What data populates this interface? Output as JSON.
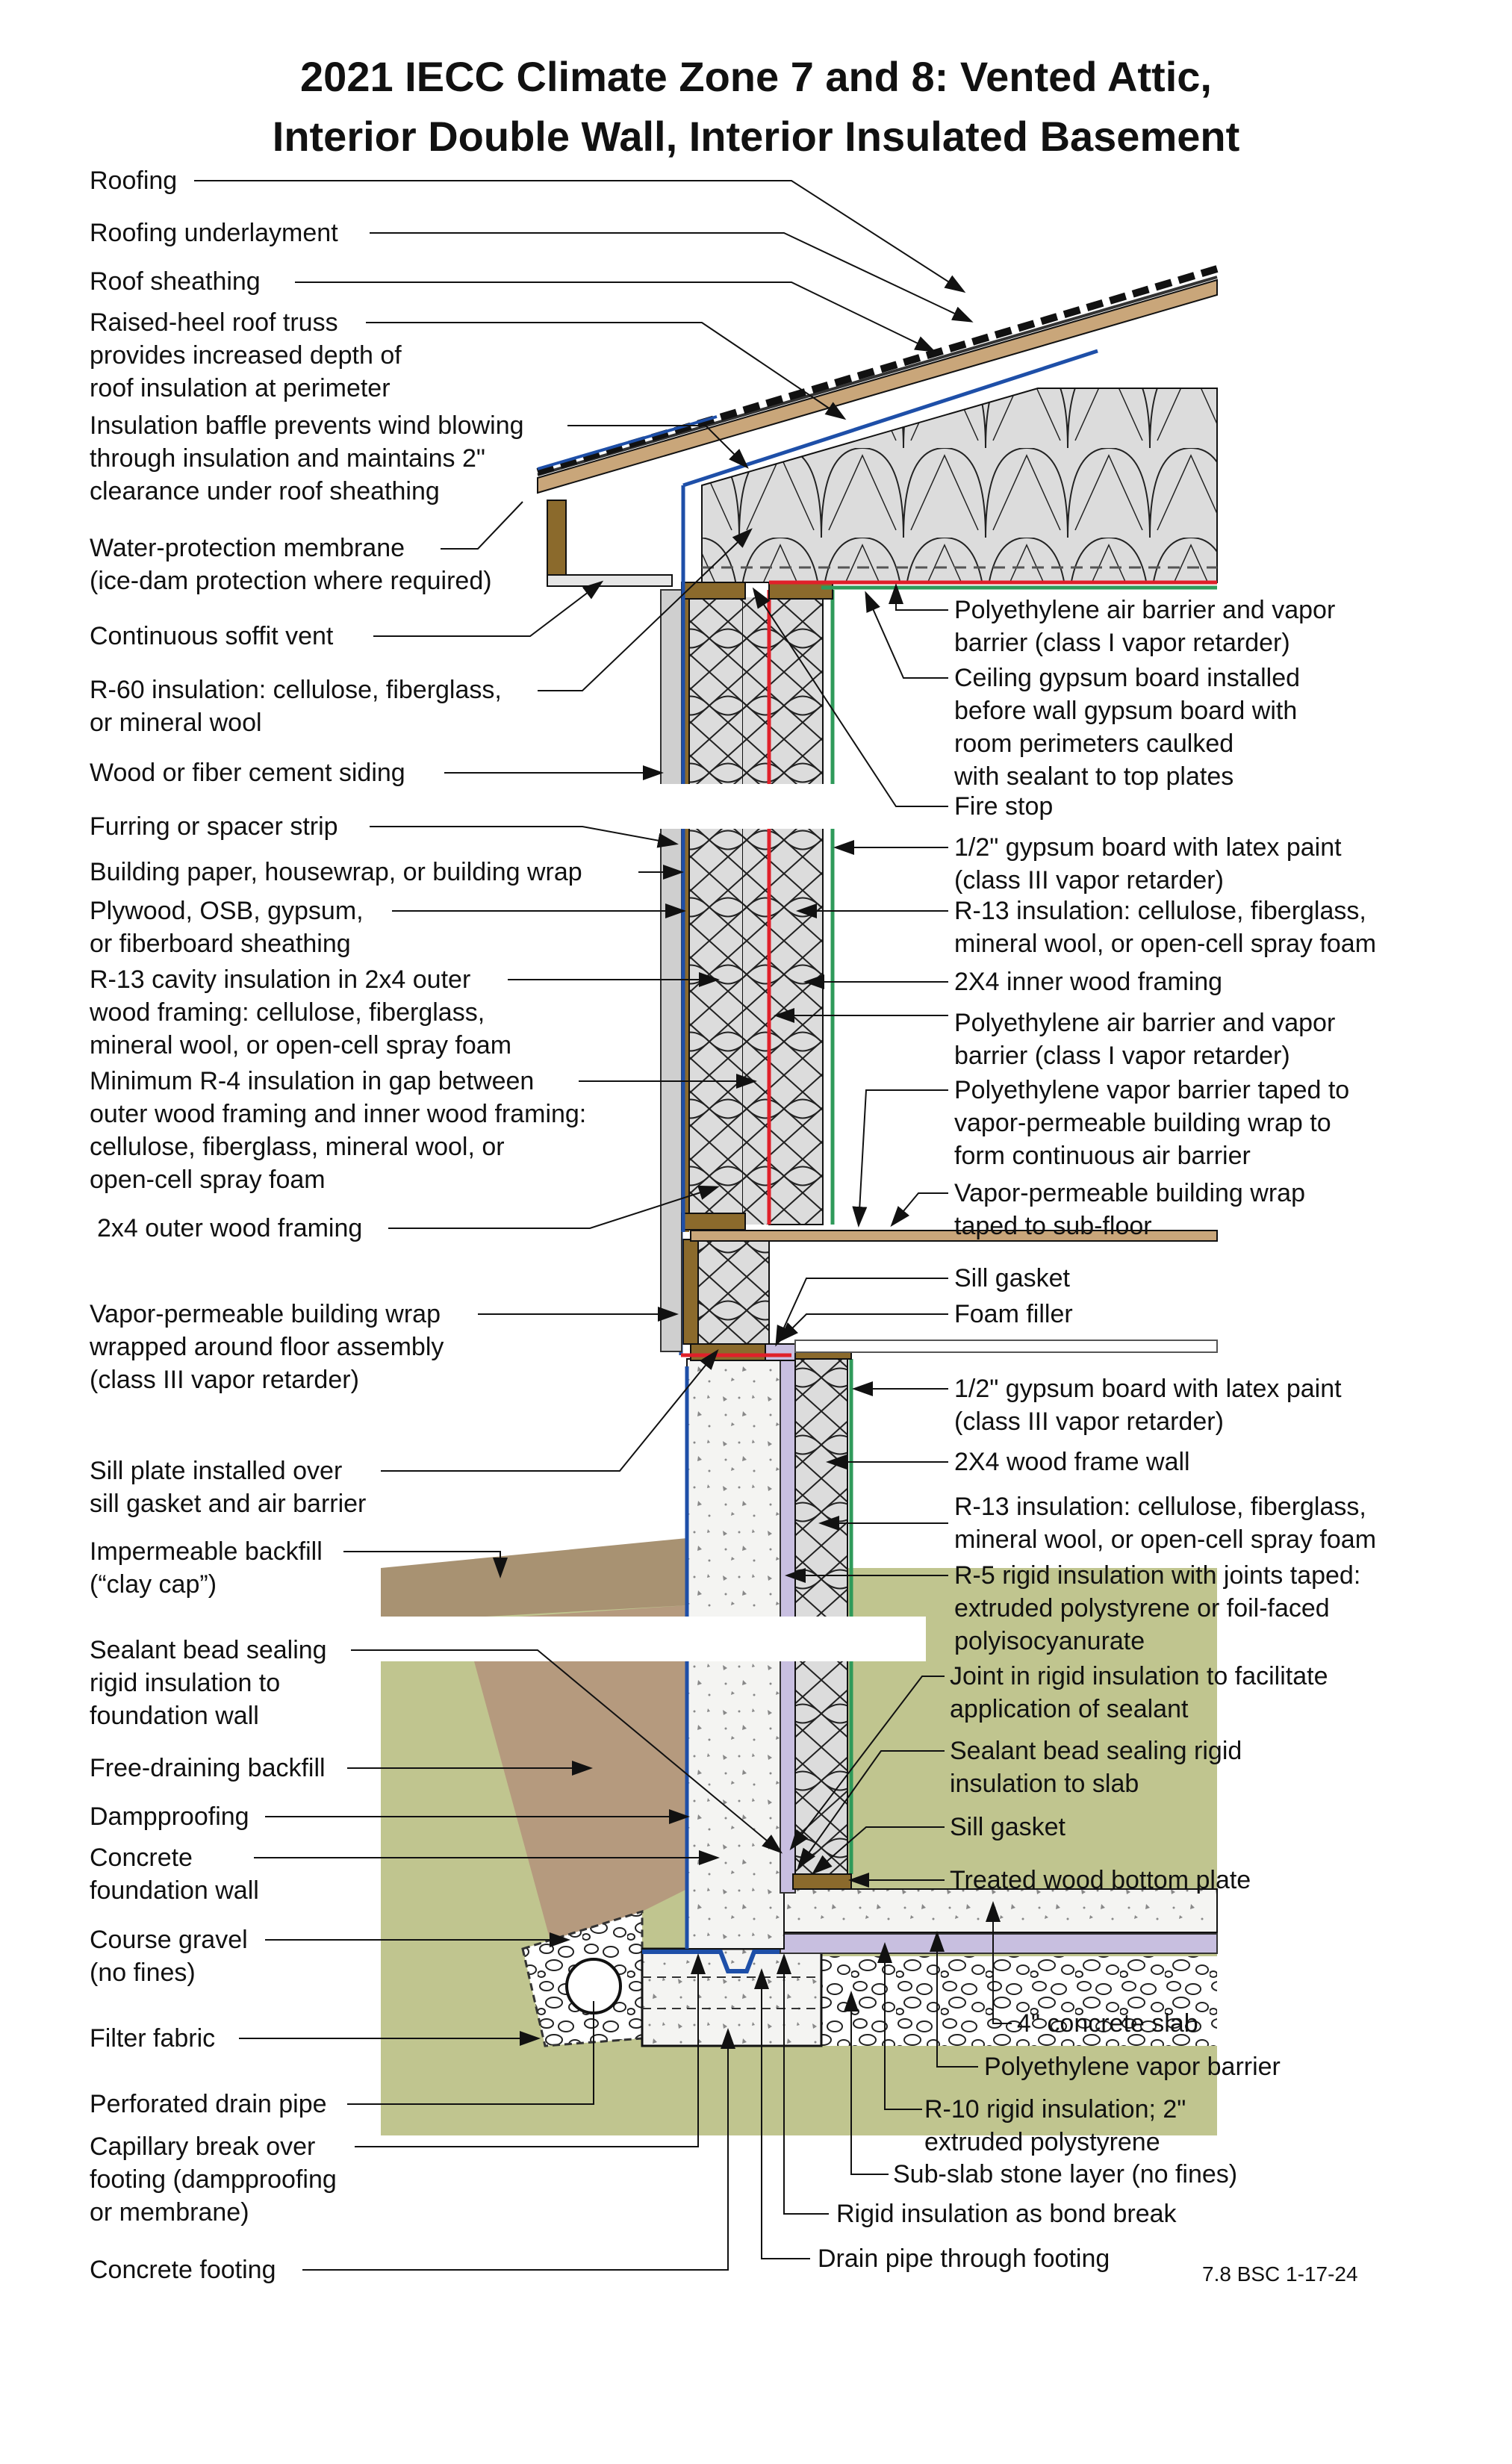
{
  "title": {
    "line1": "2021 IECC Climate Zone 7 and 8: Vented Attic,",
    "line2": "Interior Double Wall, Interior Insulated Basement"
  },
  "labels_left": [
    "Roofing",
    "Roofing underlayment",
    "Roof sheathing",
    "Raised-heel roof truss\nprovides increased depth of\nroof insulation at perimeter",
    "Insulation baffle prevents wind blowing\nthrough insulation and maintains 2\"\nclearance under roof sheathing",
    "Water-protection membrane\n(ice-dam protection where required)",
    "Continuous soffit vent",
    "R-60 insulation: cellulose, fiberglass,\nor mineral wool",
    "Wood or fiber cement siding",
    "Furring or spacer strip",
    "Building paper, housewrap, or building wrap",
    "Plywood, OSB, gypsum,\nor fiberboard sheathing",
    "R-13 cavity insulation in 2x4 outer\nwood framing: cellulose, fiberglass,\nmineral wool, or open-cell spray foam",
    "Minimum R-4 insulation in gap between\nouter wood framing and inner wood framing:\ncellulose, fiberglass, mineral wool, or\nopen-cell spray foam",
    "2x4 outer wood framing",
    "Vapor-permeable building wrap\nwrapped around floor assembly\n(class III vapor retarder)",
    "Sill plate installed over\nsill gasket and air barrier",
    "Impermeable backfill\n(“clay cap”)",
    "Sealant bead sealing\nrigid insulation to\nfoundation wall",
    "Free-draining backfill",
    "Dampproofing",
    "Concrete\nfoundation wall",
    "Course gravel\n(no fines)",
    "Filter fabric",
    "Perforated drain pipe",
    "Capillary break over\nfooting (dampproofing\nor membrane)",
    "Concrete footing"
  ],
  "labels_right": [
    "Polyethylene air barrier and vapor\nbarrier (class I vapor retarder)",
    "Ceiling gypsum board installed\nbefore wall gypsum board with\nroom perimeters caulked\nwith sealant to top plates",
    "Fire stop",
    "1/2\" gypsum board with latex paint\n(class III vapor retarder)",
    "R-13 insulation: cellulose, fiberglass,\nmineral wool, or open-cell spray foam",
    "2X4 inner wood framing",
    "Polyethylene air barrier and vapor\nbarrier (class I vapor retarder)",
    "Polyethylene vapor barrier taped to\nvapor-permeable building wrap to\nform continuous air barrier",
    "Vapor-permeable building wrap\ntaped to sub-floor",
    "Sill gasket",
    "Foam filler",
    "1/2\" gypsum board with latex paint\n(class III vapor retarder)",
    "2X4 wood frame wall",
    "R-13 insulation: cellulose, fiberglass,\nmineral wool, or open-cell spray foam",
    "R-5 rigid insulation with joints taped:\nextruded polystyrene or foil-faced\npolyisocyanurate",
    "Joint in rigid insulation to facilitate\napplication of sealant",
    "Sealant bead sealing rigid\ninsulation to slab",
    "Sill gasket",
    "Treated wood bottom plate"
  ],
  "labels_bottom": [
    "4\" concrete slab",
    "Polyethylene vapor barrier",
    "R-10 rigid insulation; 2\"\nextruded polystyrene",
    "Sub-slab stone layer (no fines)",
    "Rigid insulation as bond break",
    "Drain pipe through footing"
  ],
  "version": "7.8 BSC 1-17-24",
  "colors": {
    "wood": "#8b6a2c",
    "insulation": "#d9dadb",
    "soil_clay": "#b59a7e",
    "soil_native": "#bfc48e",
    "air_barrier_red": "#e0202a",
    "building_wrap_blue": "#1e4fa8",
    "gypsum_green": "#2f9a5a",
    "rigid_insulation": "#c8bfe0",
    "concrete": "#f4f4f2"
  }
}
